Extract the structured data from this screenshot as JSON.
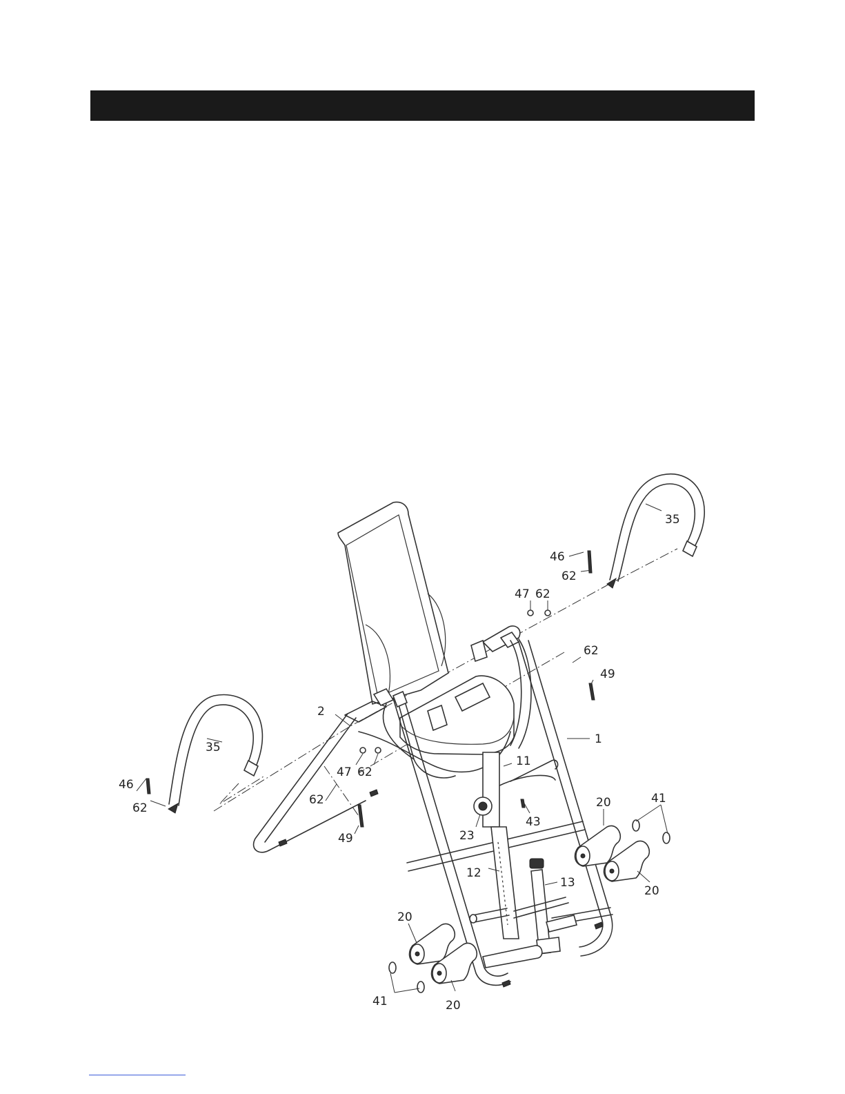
{
  "page": {
    "title_bar_text": ""
  },
  "diagram": {
    "callouts": [
      {
        "id": "c35a",
        "label": "35"
      },
      {
        "id": "c35b",
        "label": "35"
      },
      {
        "id": "c46a",
        "label": "46"
      },
      {
        "id": "c62a",
        "label": "62"
      },
      {
        "id": "c47a",
        "label": "47"
      },
      {
        "id": "c62b",
        "label": "62"
      },
      {
        "id": "c62c",
        "label": "62"
      },
      {
        "id": "c49a",
        "label": "49"
      },
      {
        "id": "c1",
        "label": "1"
      },
      {
        "id": "c2",
        "label": "2"
      },
      {
        "id": "c11",
        "label": "11"
      },
      {
        "id": "c43",
        "label": "43"
      },
      {
        "id": "c20a",
        "label": "20"
      },
      {
        "id": "c41a",
        "label": "41"
      },
      {
        "id": "c20b",
        "label": "20"
      },
      {
        "id": "c23",
        "label": "23"
      },
      {
        "id": "c12",
        "label": "12"
      },
      {
        "id": "c13",
        "label": "13"
      },
      {
        "id": "c20c",
        "label": "20"
      },
      {
        "id": "c41b",
        "label": "41"
      },
      {
        "id": "c20d",
        "label": "20"
      },
      {
        "id": "c46b",
        "label": "46"
      },
      {
        "id": "c62d",
        "label": "62"
      },
      {
        "id": "c47b",
        "label": "47"
      },
      {
        "id": "c62e",
        "label": "62"
      },
      {
        "id": "c62f",
        "label": "62"
      },
      {
        "id": "c49b",
        "label": "49"
      }
    ]
  }
}
